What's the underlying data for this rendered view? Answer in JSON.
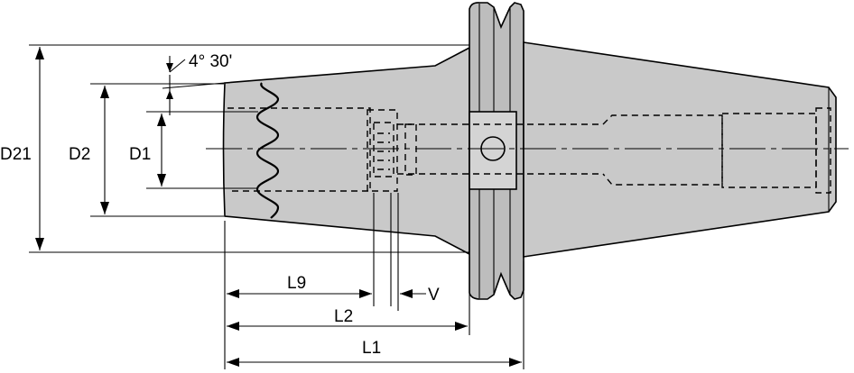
{
  "labels": {
    "taper_angle": "4° 30'",
    "d21": "D21",
    "d2": "D2",
    "d1": "D1",
    "l9": "L9",
    "v": "V",
    "l2": "L2",
    "l1": "L1"
  },
  "colors": {
    "body_fill": "#c9c9c9",
    "flange_fill": "#bdbdbd",
    "line": "#000000"
  }
}
